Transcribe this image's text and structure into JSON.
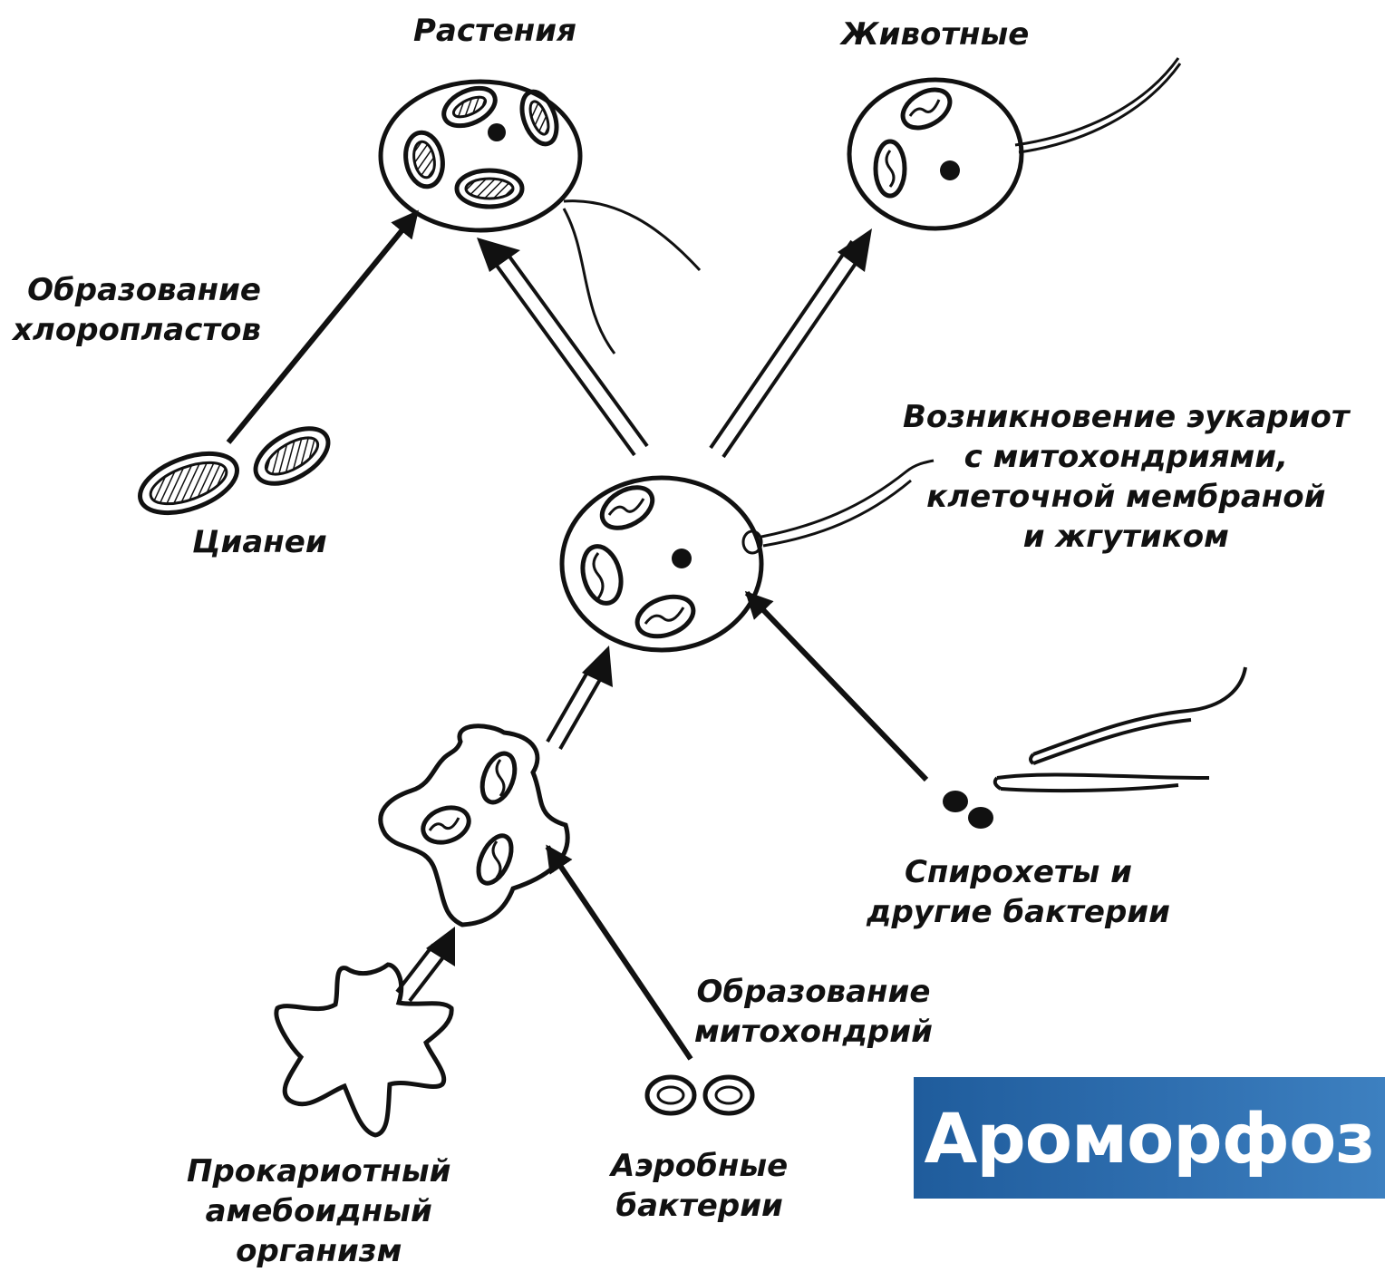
{
  "labels": {
    "plants": "Растения",
    "animals": "Животные",
    "chloroplast_formation": [
      "Образование",
      "хлоропластов"
    ],
    "cyanobacteria": "Цианеи",
    "eukaryote_origin": [
      "Возникновение эукариот",
      "с митохондриями,",
      "клеточной мембраной",
      "и жгутиком"
    ],
    "spirochetes": [
      "Спирохеты и",
      "другие бактерии"
    ],
    "mitochondria_formation": [
      "Образование",
      "митохондрий"
    ],
    "prokaryote": [
      "Прокариотный",
      "амебоидный",
      "организм"
    ],
    "aerobic_bacteria": [
      "Аэробные",
      "бактерии"
    ]
  },
  "banner": {
    "text": "Ароморфоз",
    "color": "#2c6aa8"
  },
  "colors": {
    "ink": "#111111",
    "background": "#ffffff"
  }
}
